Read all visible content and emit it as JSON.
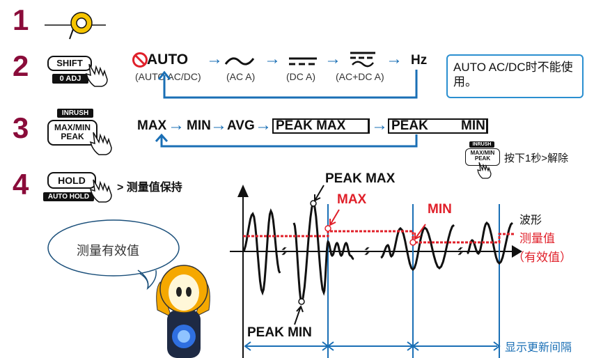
{
  "steps": {
    "s1": "1",
    "s2": "2",
    "s3": "3",
    "s4": "4"
  },
  "step2": {
    "button_label": "SHIFT",
    "button_sub": "0 ADJ",
    "auto": "AUTO",
    "auto_sub": "(AUTO AC/DC)",
    "ac_sub": "(AC A)",
    "dc_sub": "(DC A)",
    "acdc_sub": "(AC+DC A)",
    "hz": "Hz",
    "arrow": "→",
    "note": "AUTO AC/DC时不能使用。"
  },
  "step3": {
    "top_label": "INRUSH",
    "button_line1": "MAX/MIN",
    "button_line2": "PEAK",
    "modes": [
      "MAX",
      "MIN",
      "AVG"
    ],
    "peak_max": "PEAK MAX",
    "peak": "PEAK",
    "peak_min": "MIN",
    "release_text": "按下1秒>解除"
  },
  "step4": {
    "button_label": "HOLD",
    "button_sub": "AUTO HOLD",
    "hold_text": "> 测量值保持",
    "bubble": "测量有效值"
  },
  "chart": {
    "peak_max": "PEAK MAX",
    "peak_min": "PEAK MIN",
    "max": "MAX",
    "min": "MIN",
    "waveform": "波形",
    "measured": "测量值",
    "rms": "（有效值）",
    "interval": "显示更新间隔"
  },
  "colors": {
    "step_number": "#8a0c3a",
    "flow_arrow": "#1a6fb5",
    "measured_value": "#e0202a",
    "note_border": "#2a8fd0"
  }
}
